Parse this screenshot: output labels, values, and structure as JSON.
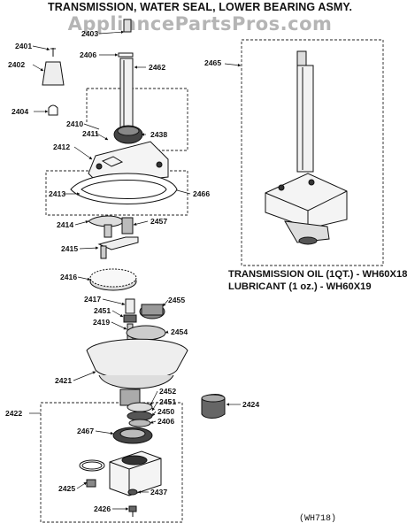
{
  "title": "TRANSMISSION, WATER SEAL, LOWER BEARING ASMY.",
  "watermark": "AppliancePartsPros.com",
  "notes": {
    "oil": "TRANSMISSION OIL (1QT.) - WH60X18",
    "lubricant": "LUBRICANT (1 oz.) - WH60X19"
  },
  "drawing_code": "(WH718)",
  "part_labels": {
    "p2401": "2401",
    "p2402": "2402",
    "p2403": "2403",
    "p2404": "2404",
    "p2406a": "2406",
    "p2406b": "2406",
    "p2410": "2410",
    "p2411": "2411",
    "p2412": "2412",
    "p2413": "2413",
    "p2414": "2414",
    "p2415": "2415",
    "p2416": "2416",
    "p2417": "2417",
    "p2419": "2419",
    "p2421": "2421",
    "p2422": "2422",
    "p2424": "2424",
    "p2425": "2425",
    "p2426": "2426",
    "p2437": "2437",
    "p2438": "2438",
    "p2450": "2450",
    "p2451a": "2451",
    "p2451b": "2451",
    "p2452": "2452",
    "p2454": "2454",
    "p2455": "2455",
    "p2457": "2457",
    "p2462": "2462",
    "p2465": "2465",
    "p2466": "2466",
    "p2467": "2467"
  }
}
